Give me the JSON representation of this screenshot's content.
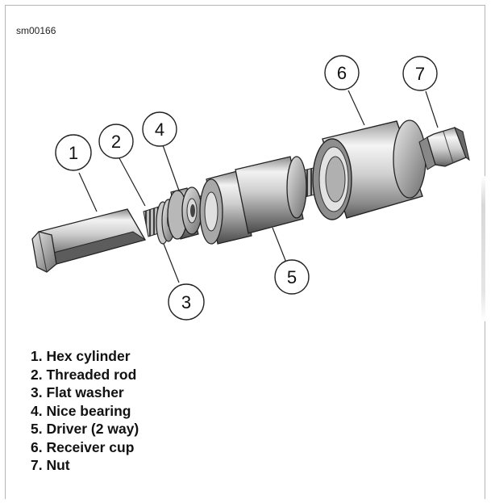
{
  "figure_id": "sm00166",
  "callouts": [
    "1",
    "2",
    "3",
    "4",
    "5",
    "6",
    "7"
  ],
  "legend": [
    "1. Hex cylinder",
    "2. Threaded rod",
    "3. Flat washer",
    "4. Nice bearing",
    "5. Driver (2 way)",
    "6. Receiver cup",
    "7. Nut"
  ]
}
